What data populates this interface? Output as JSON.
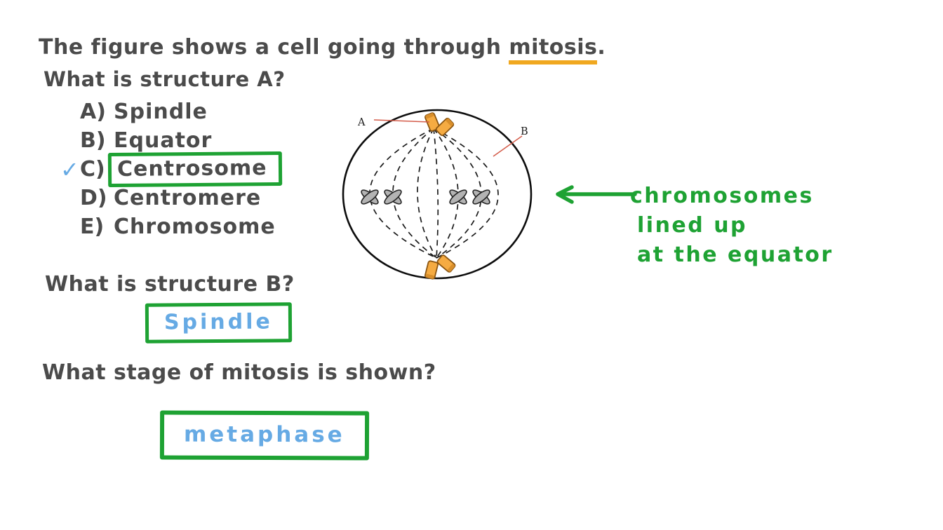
{
  "colors": {
    "ink": "#4b4b4b",
    "green": "#1ea233",
    "blue": "#66aae4",
    "orange_underline": "#f0a820",
    "pointer_red": "#d45c4a",
    "centriole_fill": "#f5ab42",
    "centriole_stroke": "#8a5512",
    "chromosome_fill": "#b3b3b3"
  },
  "intro": {
    "prefix": "The figure shows a cell going through ",
    "highlight": "mitosis",
    "suffix": "."
  },
  "question_a": {
    "prompt": "What is structure A?",
    "checkmark": "✓",
    "options": [
      {
        "letter": "A)",
        "label": "Spindle"
      },
      {
        "letter": "B)",
        "label": "Equator"
      },
      {
        "letter": "C)",
        "label": "Centrosome"
      },
      {
        "letter": "D)",
        "label": "Centromere"
      },
      {
        "letter": "E)",
        "label": "Chromosome"
      }
    ]
  },
  "diagram": {
    "label_a": "A",
    "label_b": "B"
  },
  "annotation": {
    "line1": "chromosomes",
    "line2": "lined up",
    "line3": "at the equator"
  },
  "question_b": {
    "prompt": "What is structure B?",
    "answer": "Spindle"
  },
  "question_stage": {
    "prompt": "What stage of mitosis is shown?",
    "answer": "metaphase"
  }
}
